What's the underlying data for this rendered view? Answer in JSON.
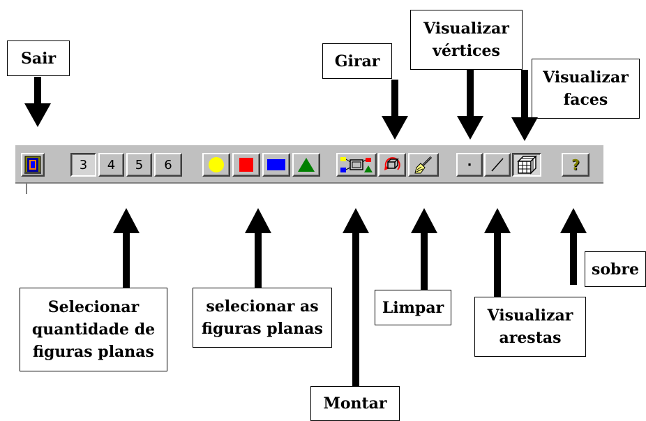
{
  "labels": {
    "sair": "Sair",
    "girar": "Girar",
    "visualizar_vertices": "Visualizar\nvértices",
    "visualizar_faces": "Visualizar\nfaces",
    "selecionar_quantidade": "Selecionar\nquantidade de\nfiguras planas",
    "selecionar_figuras": "selecionar as\nfiguras planas",
    "limpar": "Limpar",
    "visualizar_arestas": "Visualizar\narestas",
    "sobre": "sobre",
    "montar": "Montar"
  },
  "toolbar": {
    "quantity_buttons": [
      "3",
      "4",
      "5",
      "6"
    ],
    "vertex_glyph": "·",
    "about_glyph": "?",
    "colors": {
      "background": "#c0c0c0",
      "yellow": "#ffff00",
      "red": "#ff0000",
      "blue": "#0000ff",
      "green": "#008000"
    },
    "icons": [
      "exit-door-icon",
      "circle-shape-icon",
      "square-shape-icon",
      "rectangle-shape-icon",
      "triangle-shape-icon",
      "assemble-icon",
      "rotate-icon",
      "brush-icon",
      "point-icon",
      "line-icon",
      "cube-icon",
      "help-icon"
    ]
  }
}
